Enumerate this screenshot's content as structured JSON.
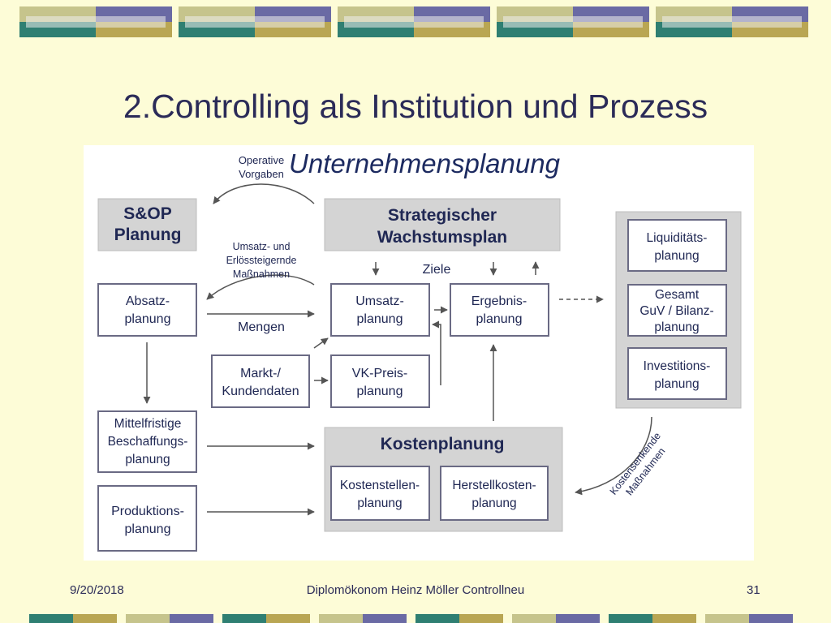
{
  "title": "2.Controlling als Institution und Prozess",
  "colors": {
    "background": "#fdfcd7",
    "title": "#2b2b58",
    "box_fill": "#d4d4d4",
    "box_border": "#6a6a84",
    "header": "#1c2a60",
    "box_text": "#202854"
  },
  "diagram": {
    "heading": "Unternehmensplanung",
    "operative": [
      "Operative",
      "Vorgaben"
    ],
    "sop": [
      "S&OP",
      "Planung"
    ],
    "strategic": [
      "Strategischer",
      "Wachstumsplan"
    ],
    "umsatz_mass": [
      "Umsatz- und",
      "Erlössteigernde",
      "Maßnahmen"
    ],
    "ziele": "Ziele",
    "absatz": [
      "Absatz-",
      "planung"
    ],
    "mengen": "Mengen",
    "umsatzplanung": [
      "Umsatz-",
      "planung"
    ],
    "ergebnis": [
      "Ergebnis-",
      "planung"
    ],
    "markt": [
      "Markt-/",
      "Kundendaten"
    ],
    "vkpreis": [
      "VK-Preis-",
      "planung"
    ],
    "liquiditaet": [
      "Liquiditäts-",
      "planung"
    ],
    "gesamt": [
      "Gesamt",
      "GuV / Bilanz-",
      "planung"
    ],
    "invest": [
      "Investitions-",
      "planung"
    ],
    "mittelfristig": [
      "Mittelfristige",
      "Beschaffungs-",
      "planung"
    ],
    "kosten": "Kostenplanung",
    "produktion": [
      "Produktions-",
      "planung"
    ],
    "kostenstellen": [
      "Kostenstellen-",
      "planung"
    ],
    "herstell": [
      "Herstellkosten-",
      "planung"
    ],
    "kostensenkend": [
      "Kostensenkende",
      "Maßnahmen"
    ]
  },
  "footer": {
    "date": "9/20/2018",
    "center": "Diplomökonom Heinz Möller   Controllneu",
    "page": "31"
  }
}
